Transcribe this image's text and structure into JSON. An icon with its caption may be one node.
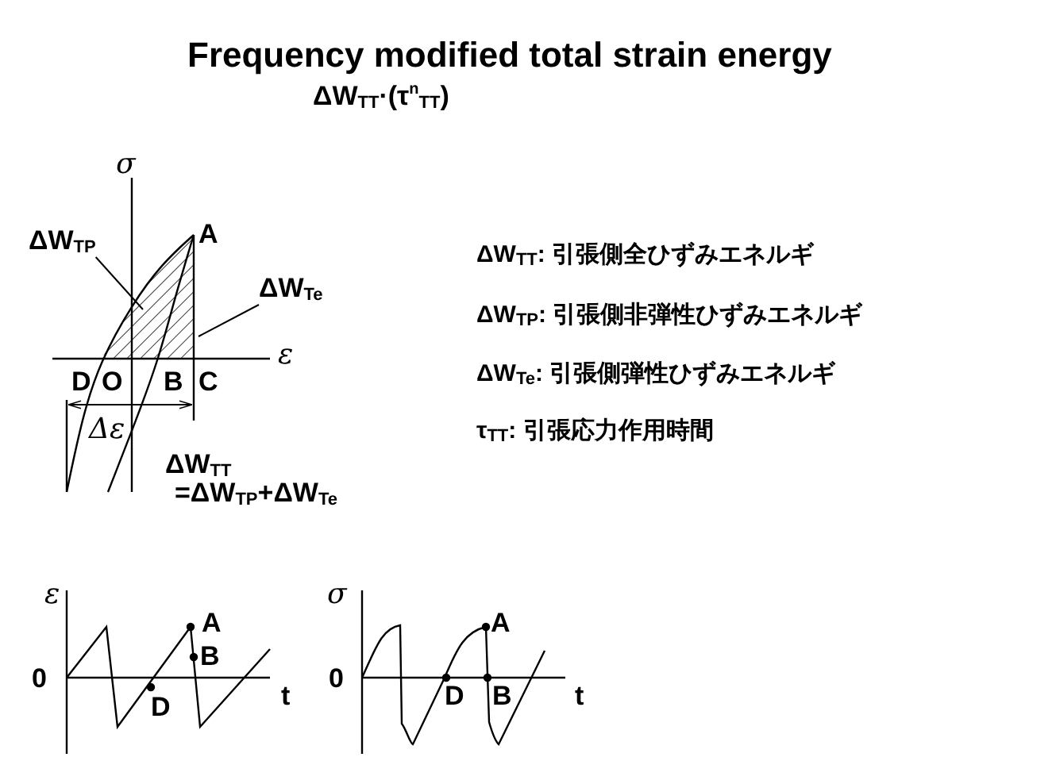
{
  "diagram": {
    "title": "Frequency modified total strain energy",
    "nodes": [
      {
        "text": [
          "ΔW$_{TP}$"
        ]
      },
      {
        "text": [
          "ΔW$_{Te}$"
        ]
      }
    ],
    "edges": [
      {
        "from": 0,
        "to": null,
        "arrow": "none"
      },
      {
        "from": 1,
        "to": null,
        "arrow": "none"
      }
    ],
    "labels": [
      "ΔW$_{TT}$·(τ$^{n}$$_{TT}$)",
      "σ",
      "A",
      "ε",
      "D",
      "O",
      "B",
      "C",
      "Δε",
      "ΔW$_{TT}$",
      "=ΔW$_{TP}$+ΔW$_{Te}$",
      "ΔW$_{TT}$: 引張側全ひずみエネルギ",
      "ΔW$_{TP}$: 引張側非弾性ひずみエネルギ",
      "ΔW$_{Te}$: 引張側弾性ひずみエネルギ",
      "τ$_{TT}$: 引張応力作用時間",
      "ε",
      "A",
      "0",
      "B",
      "D",
      "t",
      "σ",
      "A",
      "0",
      "D",
      "B",
      "t"
    ]
  }
}
